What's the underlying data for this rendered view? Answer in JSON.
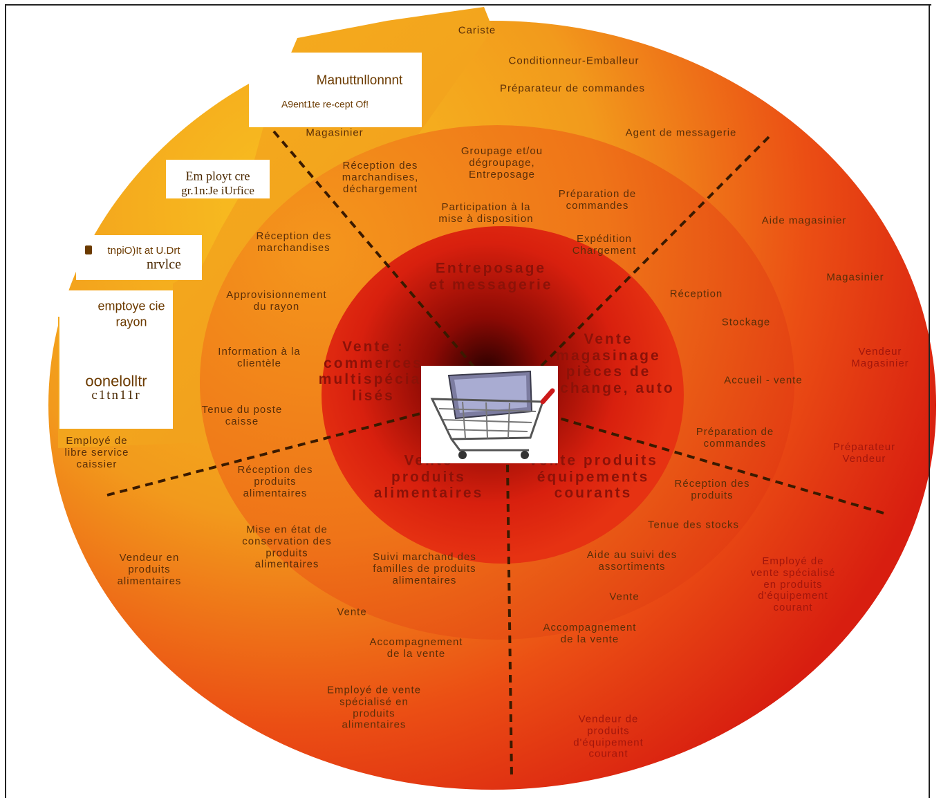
{
  "outer_ring_labels": {
    "cariste": "Cariste",
    "conditionneur": "Conditionneur-Emballeur",
    "preparateur_commandes": "Préparateur de commandes",
    "magasinier_top": "Magasinier",
    "agent_messagerie": "Agent de messagerie",
    "aide_magasinier": "Aide magasinier",
    "magasinier_right": "Magasinier",
    "vendeur_magasinier": "Vendeur\nMagasinier",
    "preparateur_vendeur": "Préparateur\nVendeur",
    "employe_libre_service": "Employé de\nlibre service\ncaissier",
    "vendeur_produits_alimentaires": "Vendeur en\nproduits\nalimentaires",
    "employe_vente_alimentaires": "Employé de vente\nspécialisé en\nproduits\nalimentaires",
    "vendeur_equipement": "Vendeur de\nproduits\nd'équipement\ncourant",
    "employe_vente_equipement": "Employé de\nvente spécialisé\nen produits\nd'équipement\ncourant"
  },
  "middle_ring_labels": {
    "reception_marchandises_dechargement": "Réception des\nmarchandises,\ndéchargement",
    "groupage": "Groupage et/ou\ndégroupage,\nEntreposage",
    "preparation_commandes_top": "Préparation de\ncommandes",
    "participation": "Participation à la\nmise à disposition",
    "expedition": "Expédition\nChargement",
    "reception_marchandises": "Réception des\nmarchandises",
    "approvisionnement": "Approvisionnement\ndu rayon",
    "information": "Information à la\nclientèle",
    "tenue_poste": "Tenue du poste\ncaisse",
    "reception_right": "Réception",
    "stockage": "Stockage",
    "accueil_vente": "Accueil - vente",
    "preparation_commandes_right": "Préparation de\ncommandes",
    "reception_produits_alimentaires": "Réception des\nproduits\nalimentaires",
    "mise_en_etat": "Mise en état de\nconservation des\nproduits\nalimentaires",
    "suivi_marchand": "Suivi marchand des\nfamilles de produits\nalimentaires",
    "vente_left": "Vente",
    "accompagnement_left": "Accompagnement\nde la vente",
    "reception_produits": "Réception des\nproduits",
    "tenue_stocks": "Tenue des stocks",
    "aide_suivi": "Aide au suivi des\nassortiments",
    "vente_right": "Vente",
    "accompagnement_right": "Accompagnement\nde la vente"
  },
  "sectors": {
    "entreposage": "Entreposage\net messagerie",
    "vente_commerces": "Vente :\ncommerces\nmultispécia-\nlisés",
    "vente_magasinage": "Vente\nmagasinage\npièces de\nrechange, auto",
    "vente_produits_alimentaires": "Vente\nproduits\nalimentaires",
    "vente_produits_equipements": "Vente produits\néquipements\ncourants"
  },
  "staircase_labels": {
    "manutentionnaire": "Manuttnllonnnt",
    "agent_reception": "A9ent1te  re-cept Of!",
    "employe_grande_surface_1": "Em ployt cre",
    "employe_grande_surface_2": "gr.1n:Je iUrfice",
    "employe_libre_service_1": "tnpiO)It at  U.Drt",
    "employe_libre_service_2": "nrvlce",
    "employe_rayon_1": "emptoye cie",
    "employe_rayon_2": "rayon",
    "caissier_1": "oonelolltr",
    "caissier_2": "c1tn11r"
  },
  "colors": {
    "outer_ring": "#f5a21c",
    "middle_ring": "#f07a18",
    "inner_disc": "#e02a10",
    "center_dark": "#3a0000",
    "divider": "#3a1a00",
    "text_dark": "#5a2e08",
    "text_red": "#a2160c"
  },
  "icons": {
    "center": "shopping-cart-laptop-icon"
  }
}
